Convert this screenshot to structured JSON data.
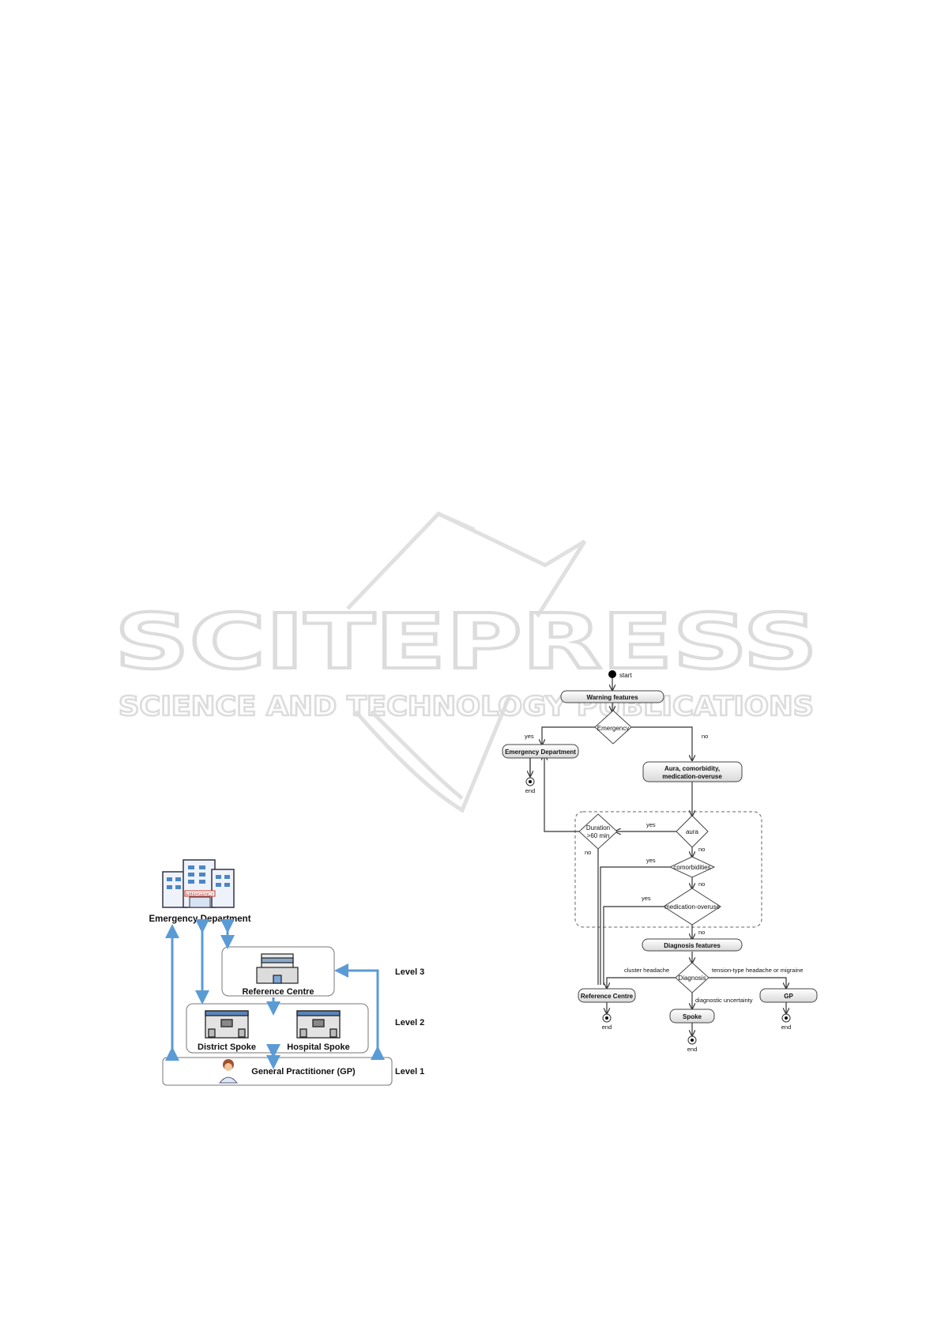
{
  "watermark": {
    "main": "SCITEPRESS",
    "sub": "SCIENCE AND TECHNOLOGY PUBLICATIONS"
  },
  "network_figure": {
    "emergency_department": "Emergency Department",
    "reference_centre": "Reference Centre",
    "district_spoke": "District Spoke",
    "hospital_spoke": "Hospital Spoke",
    "general_practitioner": "General Practitioner (GP)",
    "level3": "Level 3",
    "level2": "Level 2",
    "level1": "Level 1",
    "ed_sign": "EMERGENCY",
    "accent_color": "#5b9bd5"
  },
  "flowchart": {
    "start": "start",
    "warning_features": "Warning features",
    "emergency": "Emergency",
    "yes": "yes",
    "no": "no",
    "emergency_department": "Emergency Department",
    "end": "end",
    "aura_box_line1": "Aura, comorbidity,",
    "aura_box_line2": "medication-overuse",
    "aura": "aura",
    "duration_line1": "Duration",
    "duration_line2": ">60 min",
    "comorbidities": "comorbidities",
    "medication_overuse": "medication-overuse",
    "diagnosis_features": "Diagnosis features",
    "diagnosis": "Diagnosis",
    "cluster_headache": "cluster headache",
    "tension_migraine": "tension-type headache or migraine",
    "diagnostic_uncertainty": "diagnostic uncertainty",
    "reference_centre": "Reference Centre",
    "spoke": "Spoke",
    "gp": "GP"
  }
}
